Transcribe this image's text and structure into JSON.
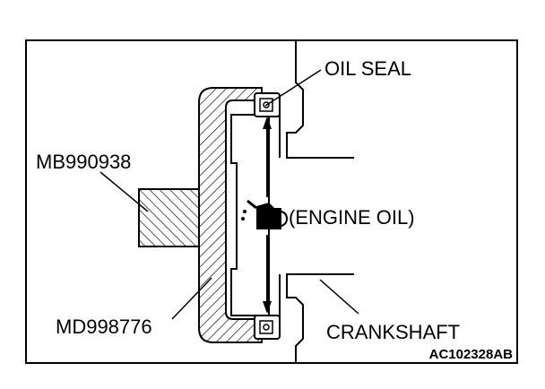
{
  "labels": {
    "oil_seal": "OIL SEAL",
    "tool_mb": "MB990938",
    "engine_oil": "(ENGINE OIL)",
    "tool_md": "MD998776",
    "crankshaft": "CRANKSHAFT",
    "figure_code": "AC102328AB"
  },
  "colors": {
    "line": "#000000",
    "background": "#ffffff"
  },
  "icons": {
    "oil_can": "oil-can-icon"
  }
}
